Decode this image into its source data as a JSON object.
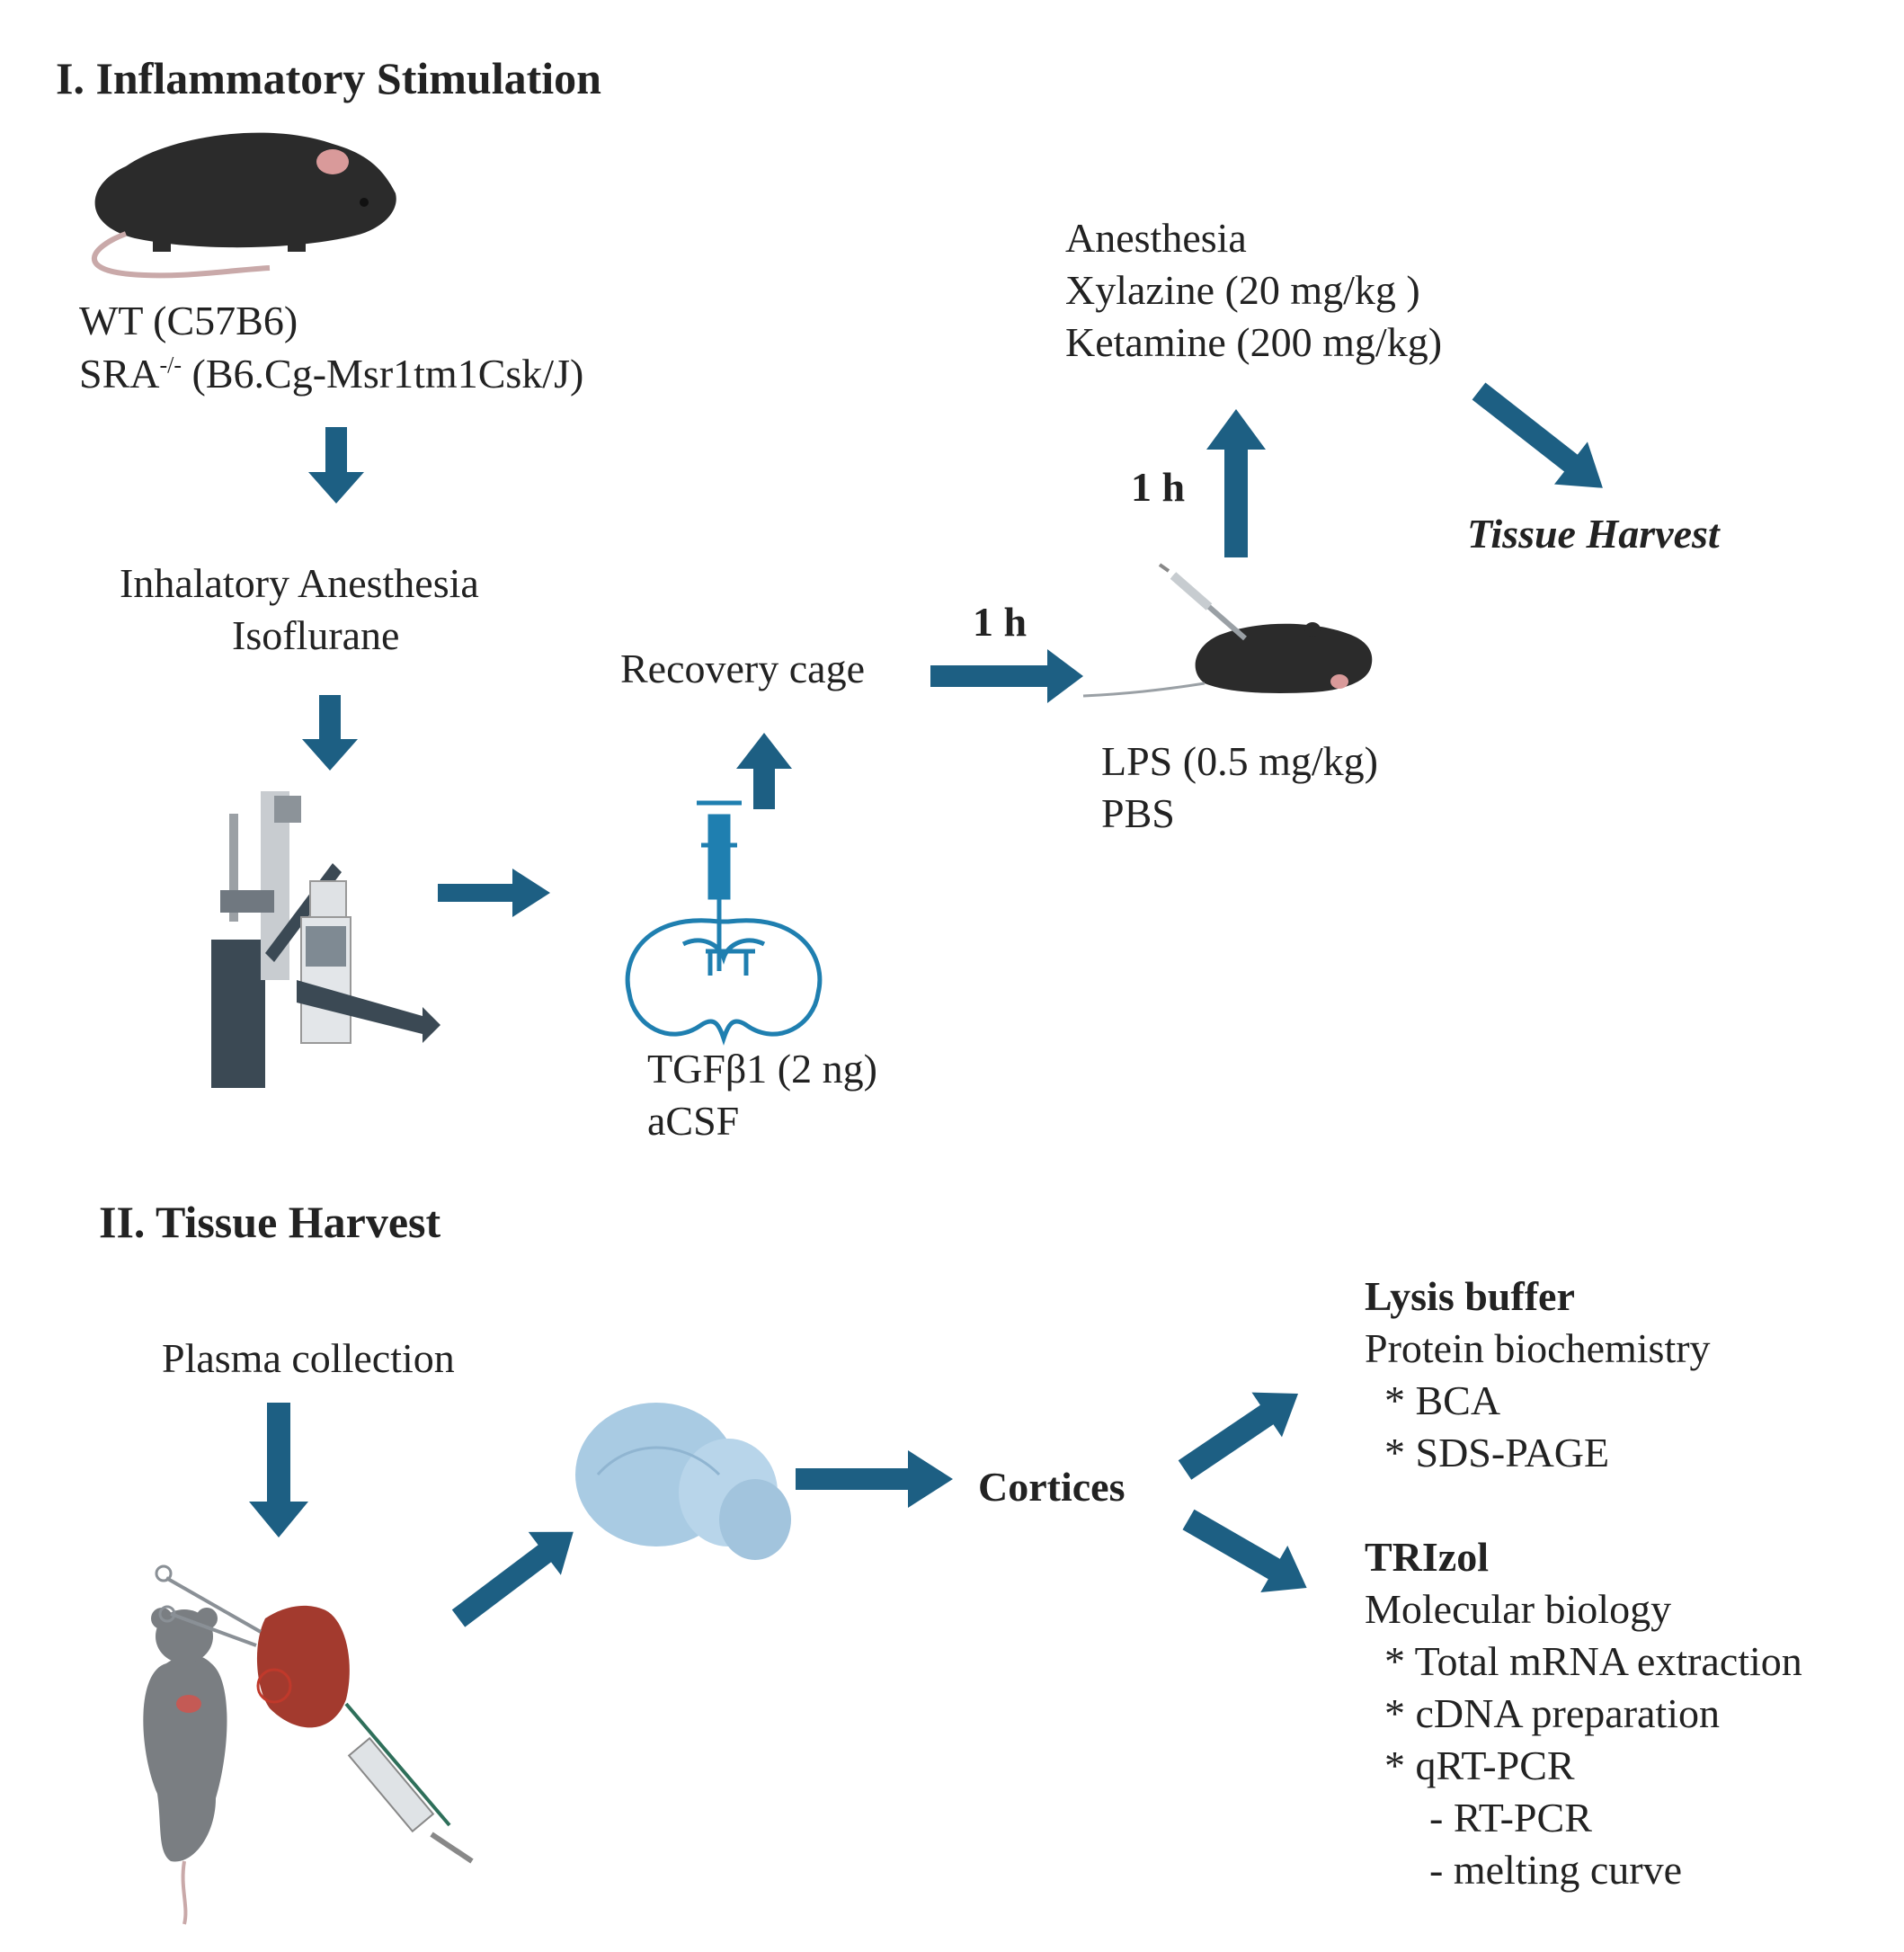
{
  "section1": {
    "title": "I. Inflammatory Stimulation",
    "strain_wt": "WT (C57B6)",
    "strain_sra_prefix": "SRA",
    "strain_sra_sup": "-/-",
    "strain_sra_rest": " (B6.Cg-Msr1tm1Csk/J)",
    "anesthesia_line1": "Inhalatory Anesthesia",
    "anesthesia_line2": "Isoflurane",
    "recovery": "Recovery cage",
    "injection_line1": "TGFβ1 (2 ng)",
    "injection_line2": "aCSF",
    "time1": "1 h",
    "lps_line1": "LPS (0.5 mg/kg)",
    "lps_line2": "PBS",
    "time2": "1 h",
    "anesthesia2_line1": "Anesthesia",
    "anesthesia2_line2": "Xylazine (20 mg/kg )",
    "anesthesia2_line3": "Ketamine (200 mg/kg)",
    "harvest": "Tissue Harvest"
  },
  "section2": {
    "title": "II. Tissue Harvest",
    "plasma": "Plasma collection",
    "cortices": "Cortices",
    "lysis": {
      "title": "Lysis buffer",
      "subtitle": "Protein biochemistry",
      "items": [
        "* BCA",
        "*  SDS-PAGE"
      ]
    },
    "trizol": {
      "title": "TRIzol",
      "subtitle": "Molecular biology",
      "items": [
        "* Total mRNA extraction",
        "* cDNA preparation",
        "*  qRT-PCR",
        "- RT-PCR",
        "- melting curve"
      ]
    }
  },
  "colors": {
    "arrow": "#1d5f83",
    "mouse": "#2b2b2b",
    "brain_outline": "#1f7fb0",
    "brain_fill": "#a9cbe3",
    "heart": "#a33a2e"
  },
  "icons": [
    "mouse-icon",
    "stereotaxic-frame-icon",
    "syringe-brain-icon",
    "injected-mouse-icon",
    "brain-icon",
    "perfusion-icon"
  ]
}
